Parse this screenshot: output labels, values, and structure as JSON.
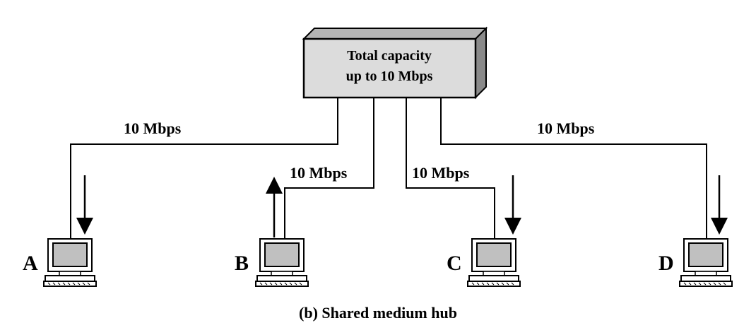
{
  "hub": {
    "line1": "Total capacity",
    "line2": "up to 10 Mbps"
  },
  "links": [
    {
      "node": "A",
      "label": "10 Mbps",
      "direction": "down"
    },
    {
      "node": "B",
      "label": "10 Mbps",
      "direction": "up"
    },
    {
      "node": "C",
      "label": "10 Mbps",
      "direction": "down"
    },
    {
      "node": "D",
      "label": "10 Mbps",
      "direction": "down"
    }
  ],
  "caption": "(b) Shared medium hub",
  "colors": {
    "hub_face": "#dcdcdc",
    "hub_side": "#8a8a8a",
    "hub_top": "#b4b4b4",
    "screen": "#c0c0c0"
  }
}
